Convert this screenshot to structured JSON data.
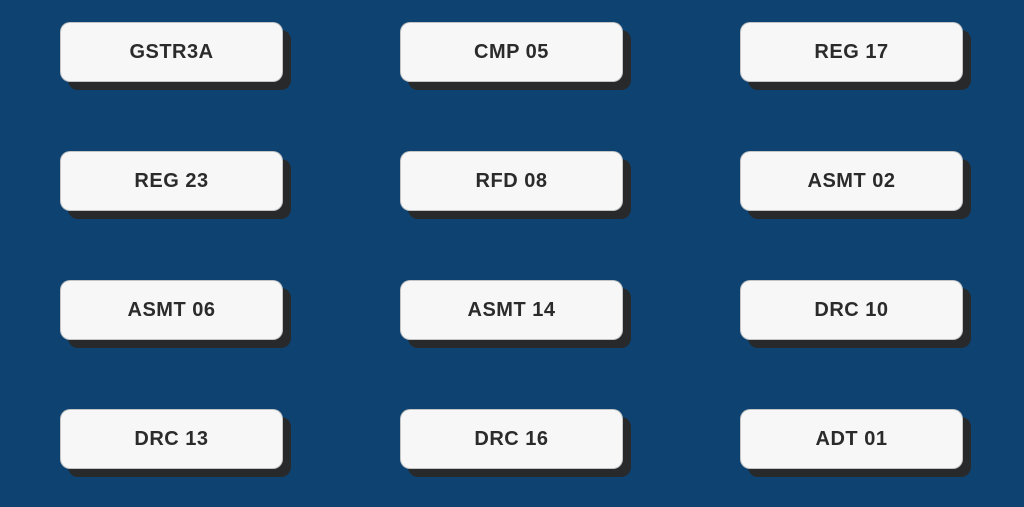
{
  "page": {
    "background_color": "#0e4270",
    "button_color": "#f7f7f7",
    "button_shadow_color": "#28292b",
    "button_text_color": "#2b2b2b"
  },
  "buttons": [
    {
      "label": "GSTR3A"
    },
    {
      "label": "CMP 05"
    },
    {
      "label": "REG 17"
    },
    {
      "label": "REG 23"
    },
    {
      "label": "RFD 08"
    },
    {
      "label": "ASMT 02"
    },
    {
      "label": "ASMT 06"
    },
    {
      "label": "ASMT 14"
    },
    {
      "label": "DRC 10"
    },
    {
      "label": "DRC 13"
    },
    {
      "label": "DRC 16"
    },
    {
      "label": "ADT 01"
    }
  ]
}
